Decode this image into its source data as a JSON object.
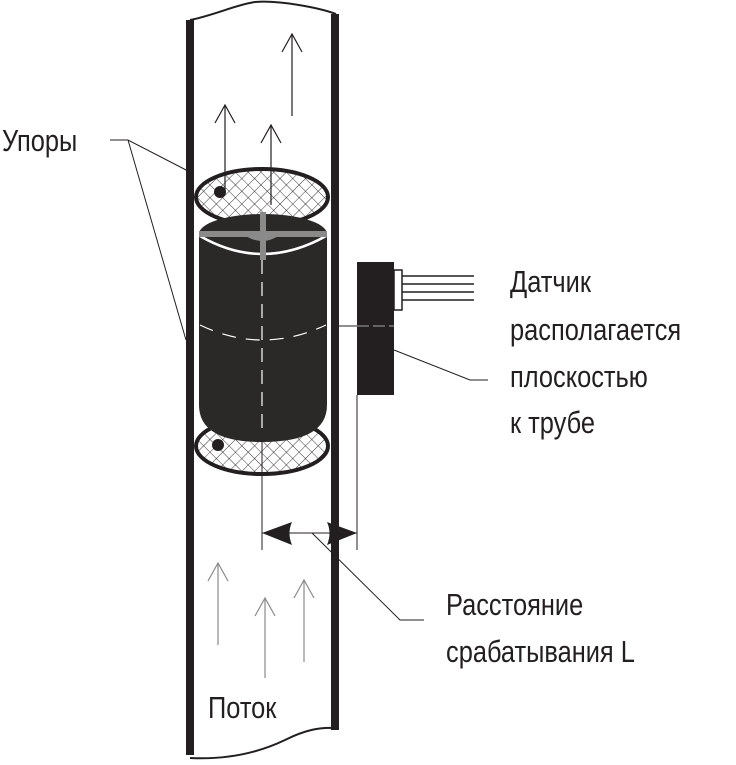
{
  "labels": {
    "stops": "Упоры",
    "sensor": [
      "Датчик",
      "располагается",
      "плоскостью",
      "к трубе"
    ],
    "distance": [
      "Расстояние",
      "срабатывания L"
    ],
    "flow": "Поток"
  },
  "colors": {
    "ink": "#231f20",
    "gray": "#8a8a8a"
  }
}
